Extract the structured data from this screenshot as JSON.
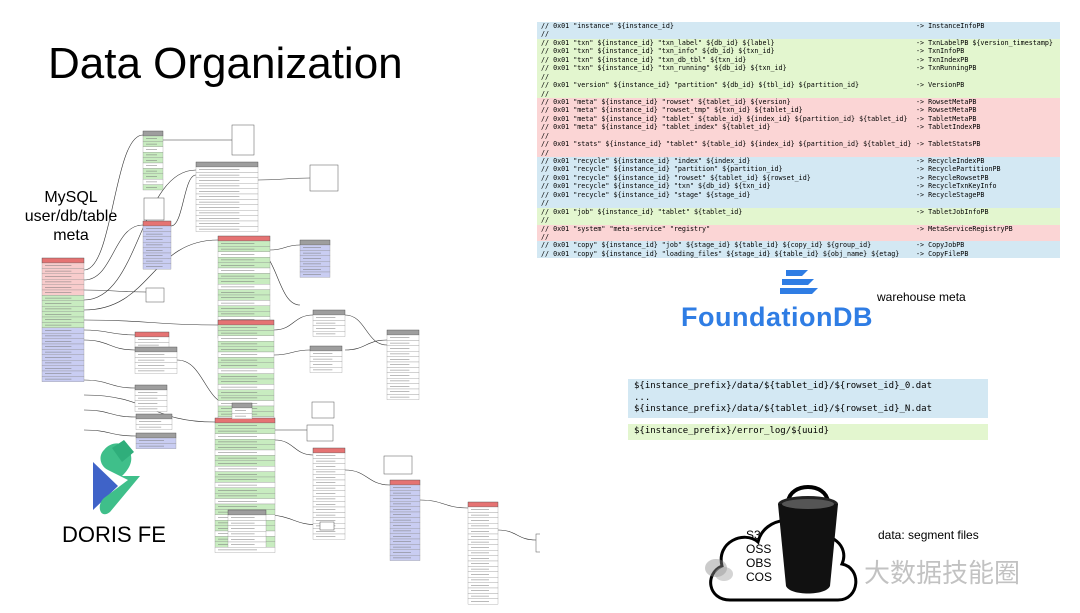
{
  "slide": {
    "title": "Data Organization",
    "mysql_label_lines": [
      "MySQL",
      "user/db/table",
      "meta"
    ],
    "doris_fe_label": "DORIS FE",
    "warehouse_label": "warehouse meta",
    "fdb_logo": {
      "bold": "Foundation",
      "suffix": "DB"
    },
    "segment_label": "data: segment files",
    "storage_services": [
      "S3",
      "OSS",
      "OBS",
      "COS"
    ],
    "watermark": "大数据技能圈"
  },
  "kv_rows": [
    {
      "key": "// 0x01 \"instance\" ${instance_id}",
      "value": "-> InstanceInfoPB",
      "color": "blue"
    },
    {
      "key": "//",
      "value": "",
      "color": "blue"
    },
    {
      "key": "// 0x01 \"txn\" ${instance_id} \"txn_label\" ${db_id} ${label}",
      "value": "-> TxnLabelPB ${version_timestamp}",
      "color": "green"
    },
    {
      "key": "// 0x01 \"txn\" ${instance_id} \"txn_info\" ${db_id} ${txn_id}",
      "value": "-> TxnInfoPB",
      "color": "green"
    },
    {
      "key": "// 0x01 \"txn\" ${instance_id} \"txn_db_tbl\" ${txn_id}",
      "value": "-> TxnIndexPB",
      "color": "green"
    },
    {
      "key": "// 0x01 \"txn\" ${instance_id} \"txn_running\" ${db_id} ${txn_id}",
      "value": "-> TxnRunningPB",
      "color": "green"
    },
    {
      "key": "//",
      "value": "",
      "color": "green"
    },
    {
      "key": "// 0x01 \"version\" ${instance_id} \"partition\" ${db_id} ${tbl_id} ${partition_id}",
      "value": "-> VersionPB",
      "color": "green"
    },
    {
      "key": "//",
      "value": "",
      "color": "green"
    },
    {
      "key": "// 0x01 \"meta\" ${instance_id} \"rowset\" ${tablet_id} ${version}",
      "value": "-> RowsetMetaPB",
      "color": "red"
    },
    {
      "key": "// 0x01 \"meta\" ${instance_id} \"rowset_tmp\" ${txn_id} ${tablet_id}",
      "value": "-> RowsetMetaPB",
      "color": "red"
    },
    {
      "key": "// 0x01 \"meta\" ${instance_id} \"tablet\" ${table_id} ${index_id} ${partition_id} ${tablet_id}",
      "value": "-> TabletMetaPB",
      "color": "red"
    },
    {
      "key": "// 0x01 \"meta\" ${instance_id} \"tablet_index\" ${tablet_id}",
      "value": "-> TabletIndexPB",
      "color": "red"
    },
    {
      "key": "//",
      "value": "",
      "color": "red"
    },
    {
      "key": "// 0x01 \"stats\" ${instance_id} \"tablet\" ${table_id} ${index_id} ${partition_id} ${tablet_id}",
      "value": "-> TabletStatsPB",
      "color": "red"
    },
    {
      "key": "//",
      "value": "",
      "color": "red"
    },
    {
      "key": "// 0x01 \"recycle\" ${instance_id} \"index\" ${index_id}",
      "value": "-> RecycleIndexPB",
      "color": "blue"
    },
    {
      "key": "// 0x01 \"recycle\" ${instance_id} \"partition\" ${partition_id}",
      "value": "-> RecyclePartitionPB",
      "color": "blue"
    },
    {
      "key": "// 0x01 \"recycle\" ${instance_id} \"rowset\" ${tablet_id} ${rowset_id}",
      "value": "-> RecycleRowsetPB",
      "color": "blue"
    },
    {
      "key": "// 0x01 \"recycle\" ${instance_id} \"txn\" ${db_id} ${txn_id}",
      "value": "-> RecycleTxnKeyInfo",
      "color": "blue"
    },
    {
      "key": "// 0x01 \"recycle\" ${instance_id} \"stage\" ${stage_id}",
      "value": "-> RecycleStagePB",
      "color": "blue"
    },
    {
      "key": "//",
      "value": "",
      "color": "blue"
    },
    {
      "key": "// 0x01 \"job\" ${instance_id} \"tablet\" ${tablet_id}",
      "value": "-> TabletJobInfoPB",
      "color": "green"
    },
    {
      "key": "//",
      "value": "",
      "color": "green"
    },
    {
      "key": "// 0x01 \"system\" \"meta-service\" \"registry\"",
      "value": "-> MetaServiceRegistryPB",
      "color": "red"
    },
    {
      "key": "//",
      "value": "",
      "color": "red"
    },
    {
      "key": "// 0x01 \"copy\" ${instance_id} \"job\" ${stage_id} ${table_id} ${copy_id} ${group_id}",
      "value": "-> CopyJobPB",
      "color": "blue"
    },
    {
      "key": "// 0x01 \"copy\" ${instance_id} \"loading_files\" ${stage_id} ${table_id} ${obj_name} ${etag}",
      "value": "-> CopyFilePB",
      "color": "blue"
    }
  ],
  "object_paths": {
    "segment_lines": [
      "${instance_prefix}/data/${tablet_id}/${rowset_id}_0.dat",
      "...",
      "${instance_prefix}/data/${tablet_id}/${rowset_id}_N.dat"
    ],
    "error_log": "${instance_prefix}/error_log/${uuid}"
  },
  "colors": {
    "blue_row": "#d3e8f3",
    "green_row": "#e3f6cf",
    "red_row": "#fbd5d5",
    "fdb_blue": "#2f7de4",
    "doris_blue": "#3f63c8",
    "doris_green": "#3fbf8a"
  }
}
